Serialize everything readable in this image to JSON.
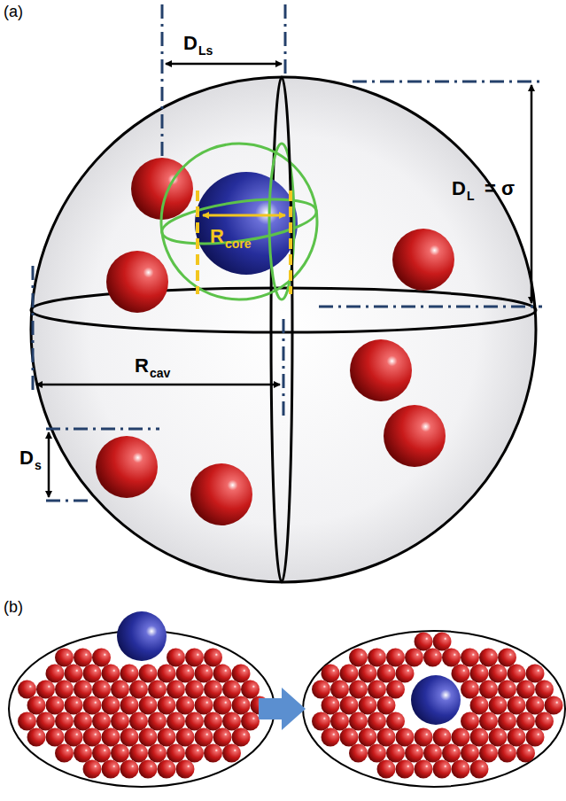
{
  "diagram": {
    "labels": [
      "(a)",
      "D",
      "Ls",
      "R",
      "core",
      "D",
      "L",
      "= σ",
      "R",
      "cav",
      "D",
      "s",
      "(b)"
    ]
  }
}
